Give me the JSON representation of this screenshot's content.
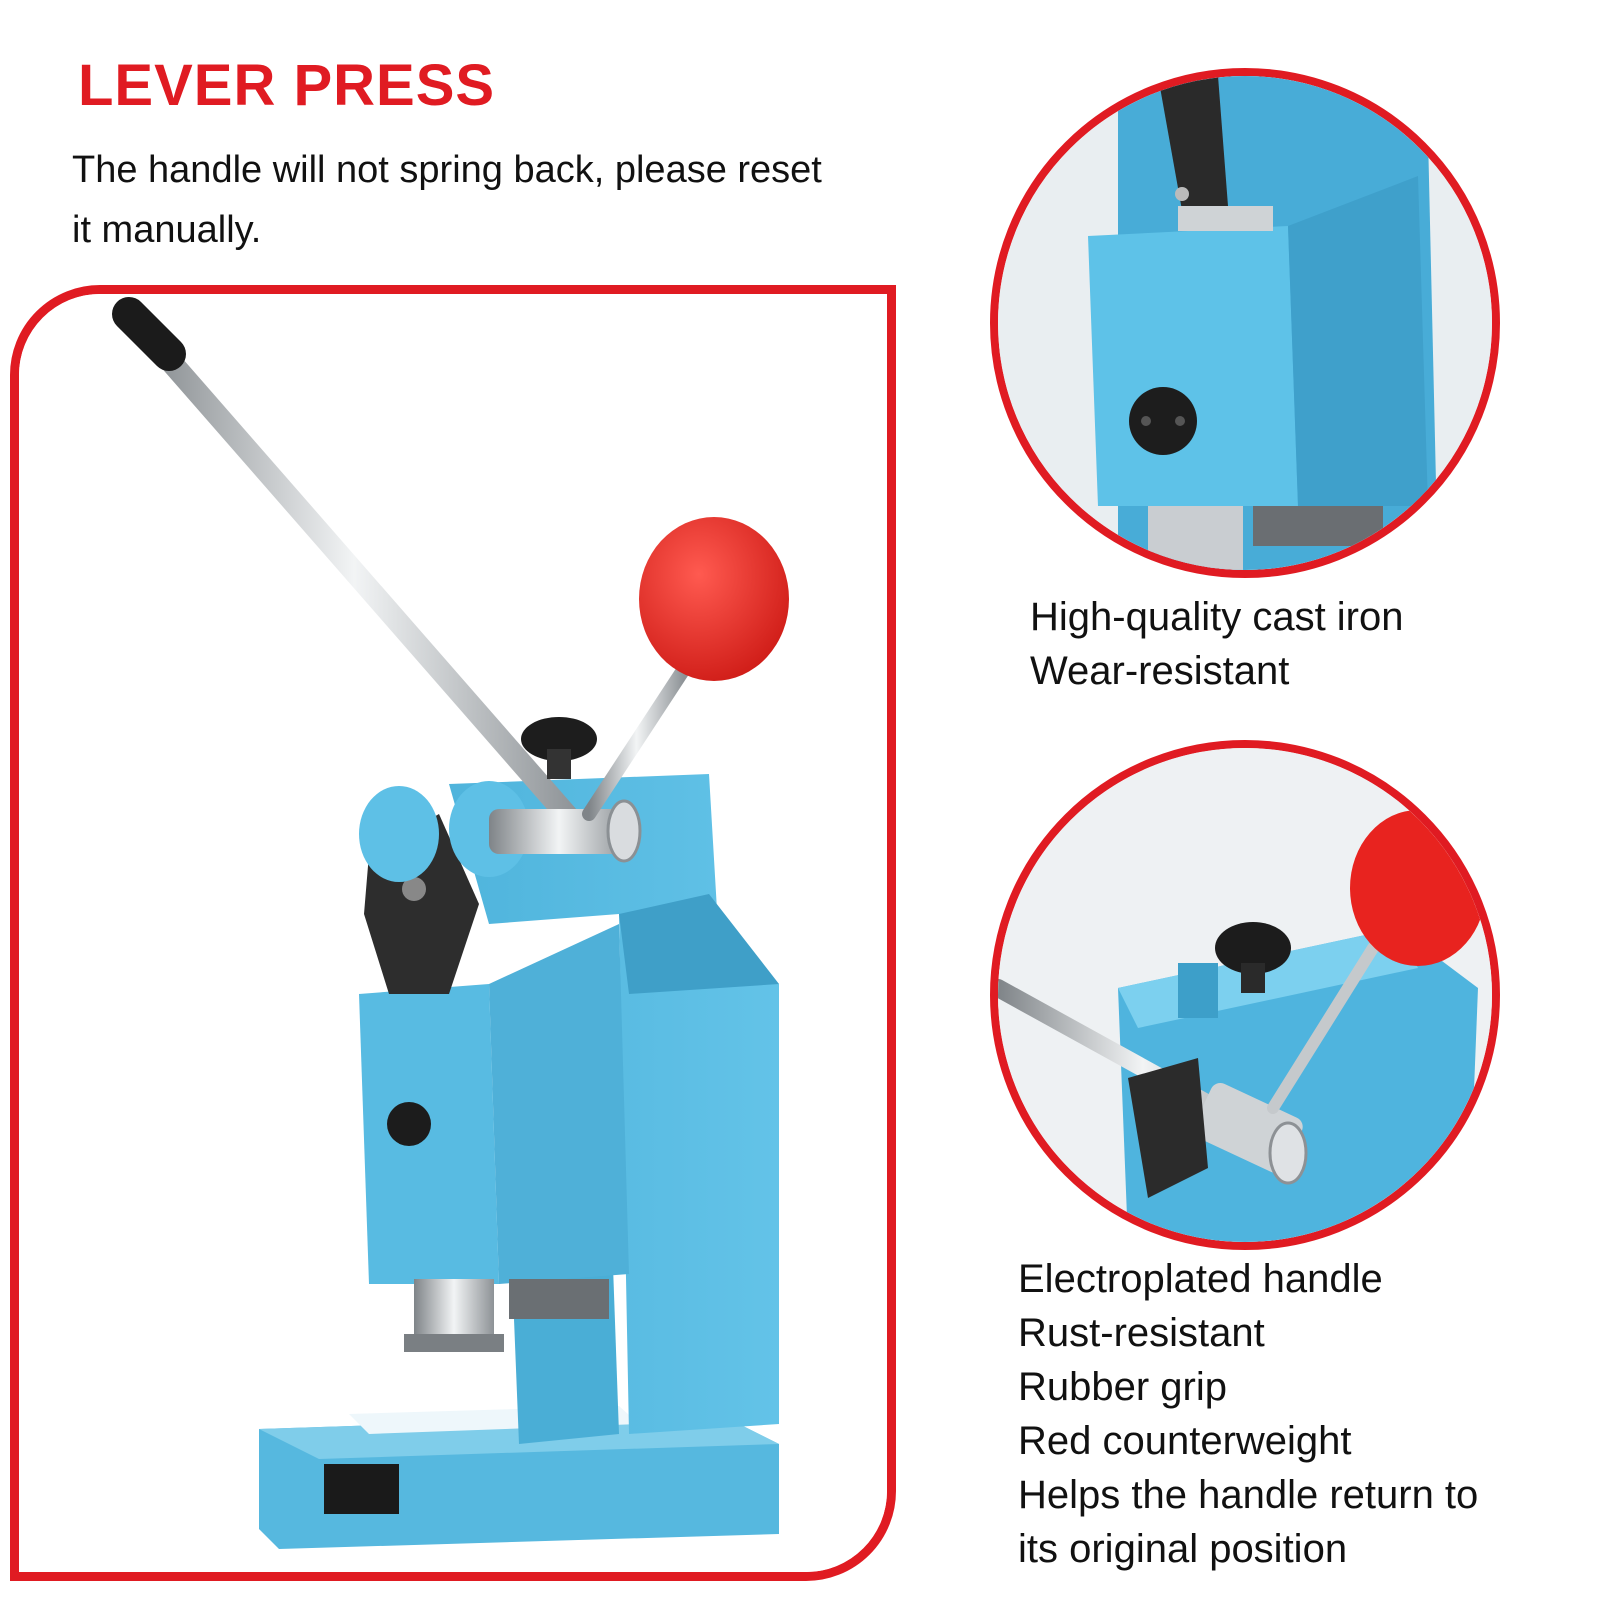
{
  "header": {
    "title": "LEVER PRESS",
    "subtitle": "The handle will not spring back, please reset it manually."
  },
  "features": {
    "top_caption": [
      "High-quality cast iron",
      "Wear-resistant"
    ],
    "bottom_caption": [
      "Electroplated handle",
      "Rust-resistant",
      "Rubber grip",
      "Red counterweight",
      "Helps the handle return to",
      "its original position"
    ]
  },
  "colors": {
    "accent_red": "#e01b22",
    "machine_blue": "#5bbde3",
    "counterweight_red": "#e8231f",
    "chrome": "#c8cbce"
  },
  "images": {
    "main": "lever-press-machine",
    "detail_top": "cast-iron-ram-closeup",
    "detail_bottom": "handle-counterweight-closeup"
  }
}
